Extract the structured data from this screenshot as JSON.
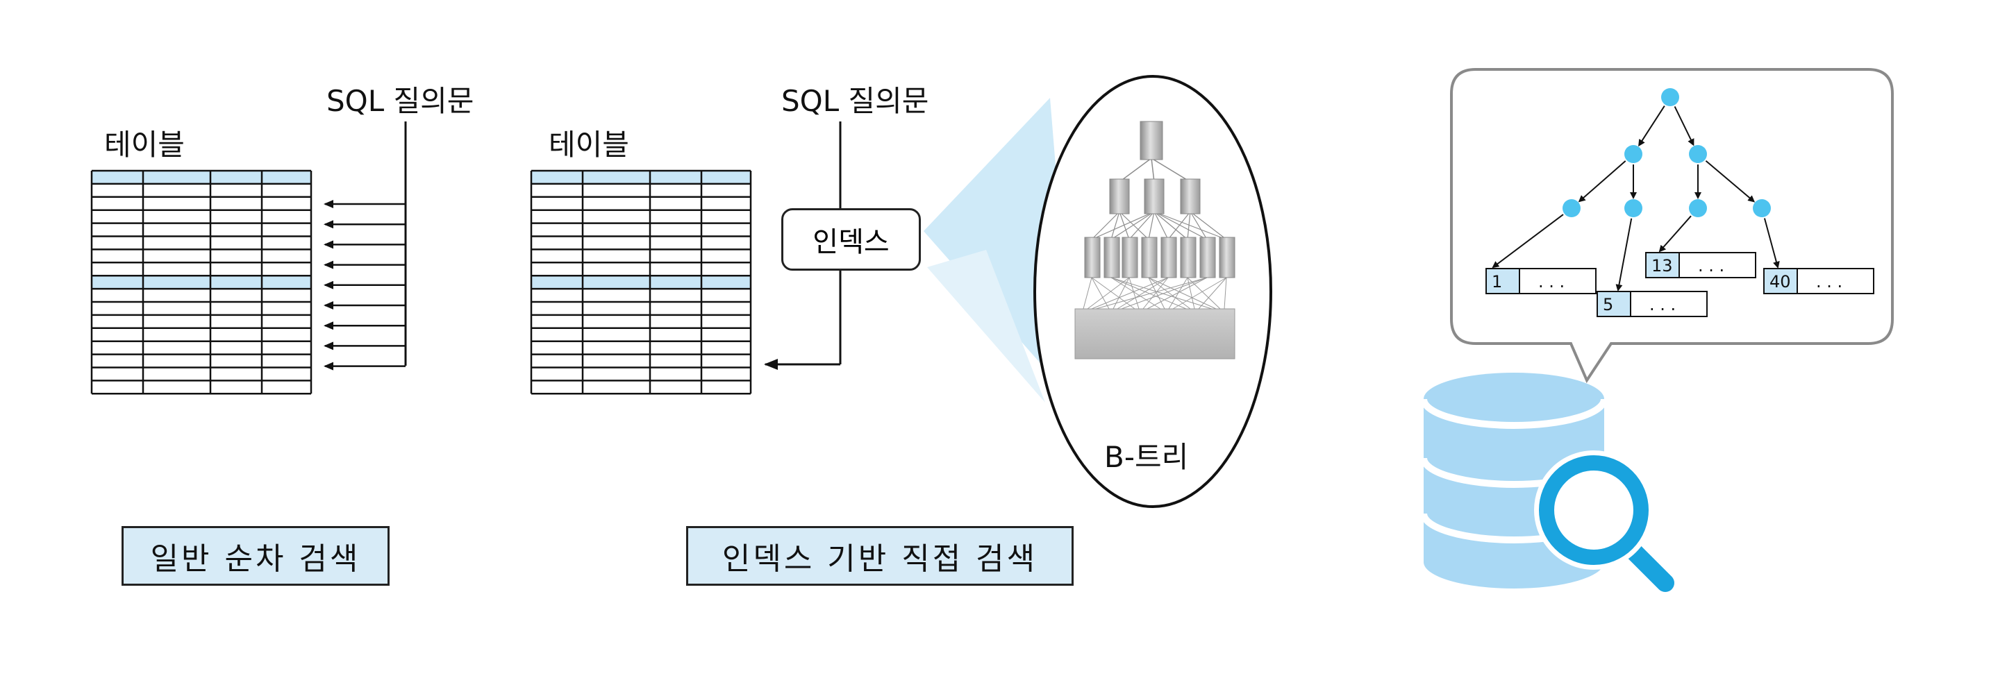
{
  "left_panel": {
    "query_label": "SQL 질의문",
    "table_label": "테이블",
    "caption": "일반 순차 검색"
  },
  "middle_panel": {
    "query_label": "SQL 질의문",
    "table_label": "테이블",
    "index_label": "인덱스",
    "caption": "인덱스 기반 직접 검색",
    "btree_label": "B-트리"
  },
  "right_panel": {
    "leaf_keys": [
      "1",
      "5",
      "13",
      "40"
    ],
    "leaf_ellipsis": ". . ."
  },
  "colors": {
    "highlight": "#c9e6f6",
    "accent": "#4dc3ef",
    "cylinder": "#a9d8f4",
    "magnifier": "#19a3de",
    "outline": "#222222"
  },
  "icons": [
    "database-icon",
    "magnifier-icon",
    "speech-bubble",
    "b-tree-icon"
  ]
}
